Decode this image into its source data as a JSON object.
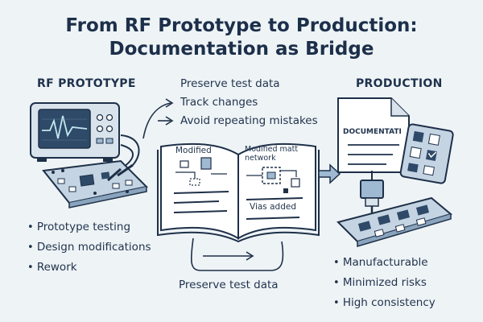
{
  "title": {
    "line1": "From RF Prototype to Production:",
    "line2": "Documentation as Bridge"
  },
  "left": {
    "heading": "RF PROTOTYPE",
    "bullets": [
      "Prototype testing",
      "Design modifications",
      "Rework"
    ]
  },
  "right": {
    "heading": "PRODUCTION",
    "doc_label": "DOCUMENTATI",
    "bullets": [
      "Manufacturable",
      "Minimized risks",
      "High consistency"
    ]
  },
  "center": {
    "top_items": [
      "Preserve test data",
      "Track changes",
      "Avoid repeating mistakes"
    ],
    "page_left_label": "Modified",
    "page_right_label_1": "Modified matt",
    "page_right_label_2": "network",
    "page_right_bottom": "Vias added",
    "bottom_label": "Preserve test data"
  },
  "colors": {
    "background": "#eef3f6",
    "ink": "#1e3048",
    "accent_blue": "#9fb9d2",
    "screen": "#2f4a68"
  }
}
